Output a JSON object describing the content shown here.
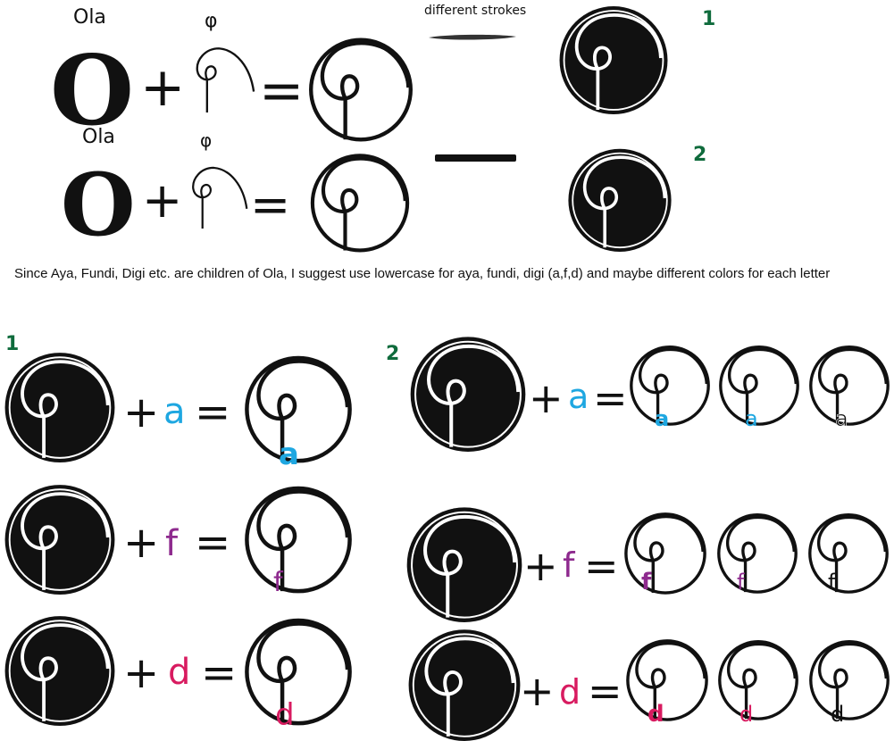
{
  "top": {
    "row1": {
      "ola_label": "Ola",
      "big_letter": "O",
      "phi_label": "φ",
      "plus": "+",
      "equals": "="
    },
    "row2": {
      "ola_label": "Ola",
      "big_letter": "O",
      "phi_label": "φ",
      "plus": "+",
      "equals": "="
    },
    "strokes_label": "different strokes",
    "variant_1": "1",
    "variant_2": "2"
  },
  "paragraph": "Since Aya, Fundi, Digi etc. are children of Ola, I suggest use lowercase for aya, fundi, digi (a,f,d) and maybe different colors for each letter",
  "section1": {
    "number": "1",
    "rows": [
      {
        "letter": "a",
        "color": "#1ea7e1"
      },
      {
        "letter": "f",
        "color": "#8e2a8e"
      },
      {
        "letter": "d",
        "color": "#d81b60"
      }
    ]
  },
  "section2": {
    "number": "2"
  },
  "symbols": {
    "plus": "+",
    "equals": "="
  },
  "colors": {
    "black": "#111111",
    "green": "#0f6b3c",
    "white_letter": "#ffffff"
  }
}
